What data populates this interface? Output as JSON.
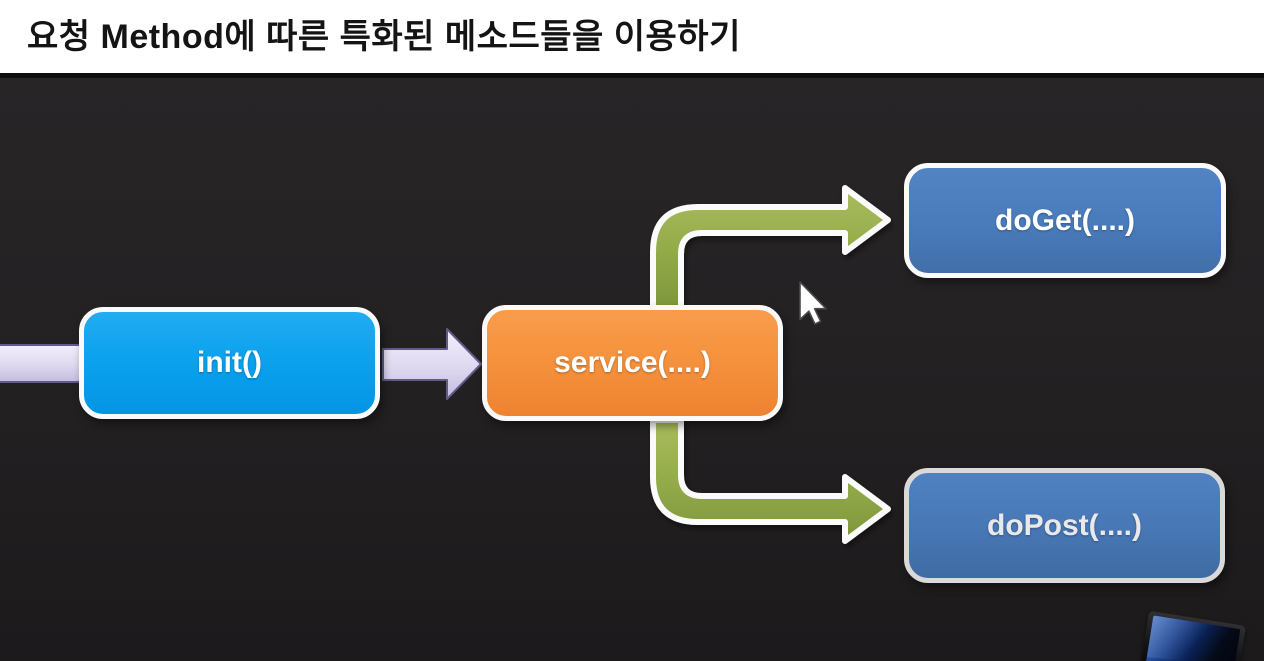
{
  "header": {
    "title": "요청 Method에 따른 특화된 메소드들을 이용하기"
  },
  "diagram": {
    "nodes": [
      {
        "id": "init",
        "label": "init()",
        "fill": "#0ba2ee"
      },
      {
        "id": "service",
        "label": "service(....)",
        "fill": "#f5923d"
      },
      {
        "id": "doGet",
        "label": "doGet(....)",
        "fill": "#4a7cbc"
      },
      {
        "id": "doPost",
        "label": "doPost(....)",
        "fill": "#4878b6"
      }
    ],
    "edges": [
      {
        "from": "offscreen-left",
        "to": "init",
        "style": "straight",
        "color": "#ded9ef"
      },
      {
        "from": "init",
        "to": "service",
        "style": "straight",
        "color": "#ded9ef"
      },
      {
        "from": "service",
        "to": "doGet",
        "style": "elbow-up",
        "color": "#94ab4a"
      },
      {
        "from": "service",
        "to": "doPost",
        "style": "elbow-down",
        "color": "#94ab4a"
      }
    ]
  },
  "colors": {
    "header_bg": "#ffffff",
    "header_text": "#141414",
    "canvas_bg": "#242223",
    "node_border": "#fafafa",
    "arrow_green": "#94ab4a",
    "arrow_purple": "#ded9ef"
  },
  "icons": {
    "pointer": "mouse-cursor",
    "bottom_right": "monitor-icon"
  }
}
